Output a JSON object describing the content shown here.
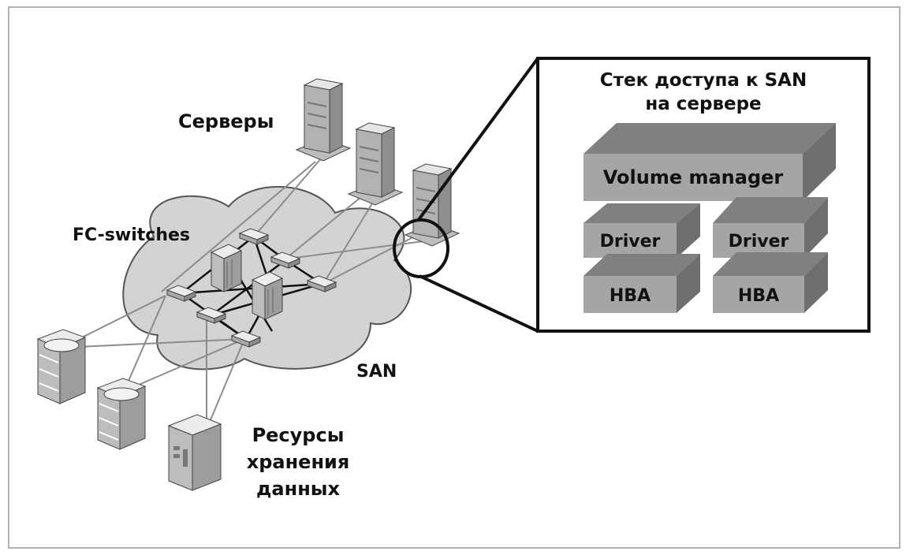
{
  "labels": {
    "servers": "Серверы",
    "fc_switches": "FC-switches",
    "san": "SAN",
    "storage_line1": "Ресурсы",
    "storage_line2": "хранения",
    "storage_line3": "данных"
  },
  "stack": {
    "title_line1": "Стек доступа к SAN",
    "title_line2": "на сервере",
    "volume_manager": "Volume manager",
    "driver_left": "Driver",
    "driver_right": "Driver",
    "hba_left": "HBA",
    "hba_right": "HBA"
  }
}
